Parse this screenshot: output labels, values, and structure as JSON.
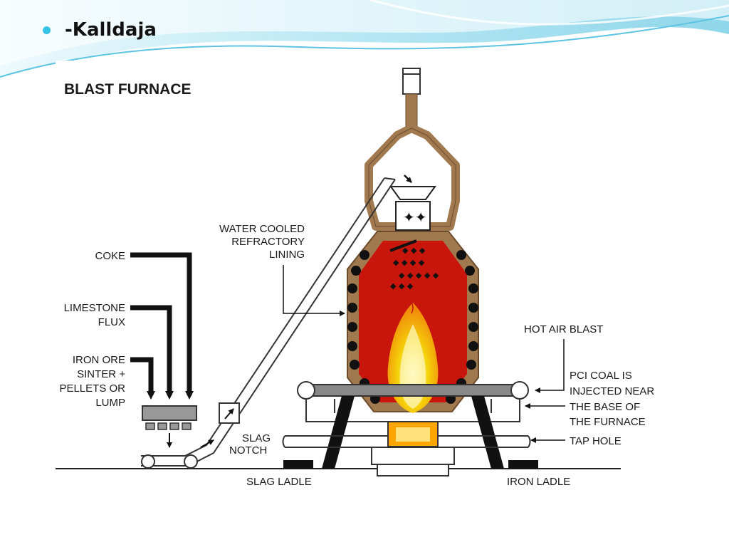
{
  "slide": {
    "title": "-Kalldaja"
  },
  "diagram": {
    "title": "BLAST FURNACE",
    "labels": {
      "coke": "COKE",
      "limestone": [
        "LIMESTONE",
        "FLUX"
      ],
      "iron_ore": [
        "IRON ORE",
        "SINTER +",
        "PELLETS OR",
        "LUMP"
      ],
      "water_cooled": [
        "WATER COOLED",
        "REFRACTORY",
        "LINING"
      ],
      "hot_air": "HOT AIR BLAST",
      "pci": [
        "PCI COAL IS",
        "INJECTED NEAR",
        "THE BASE OF",
        "THE FURNACE"
      ],
      "tap_hole": "TAP HOLE",
      "slag_notch": [
        "SLAG",
        "NOTCH"
      ],
      "slag_ladle": "SLAG LADLE",
      "iron_ladle": "IRON LADLE"
    },
    "colors": {
      "lining": "#a0794f",
      "hot_core": "#c8160c",
      "flame": "#f5d20a",
      "molten": "#ffa500"
    }
  }
}
